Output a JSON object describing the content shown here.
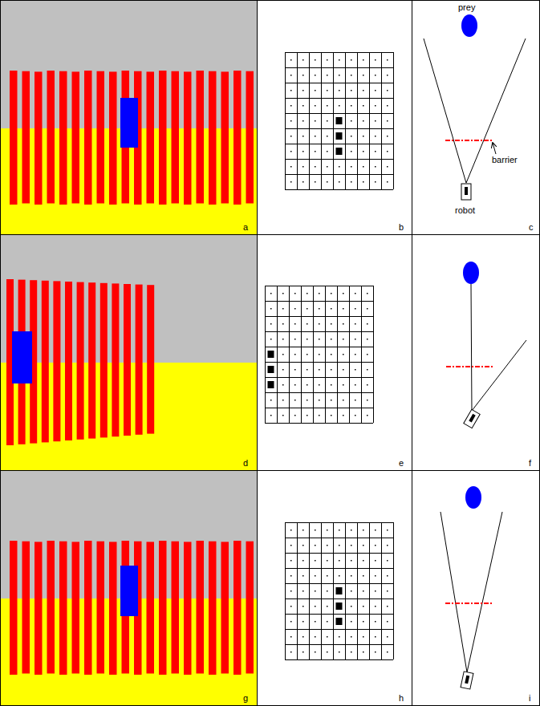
{
  "diagram": {
    "labels": [
      "a",
      "b",
      "prey",
      "barrier",
      "robot",
      "c",
      "d",
      "e",
      "f",
      "g",
      "h",
      "i"
    ]
  }
}
